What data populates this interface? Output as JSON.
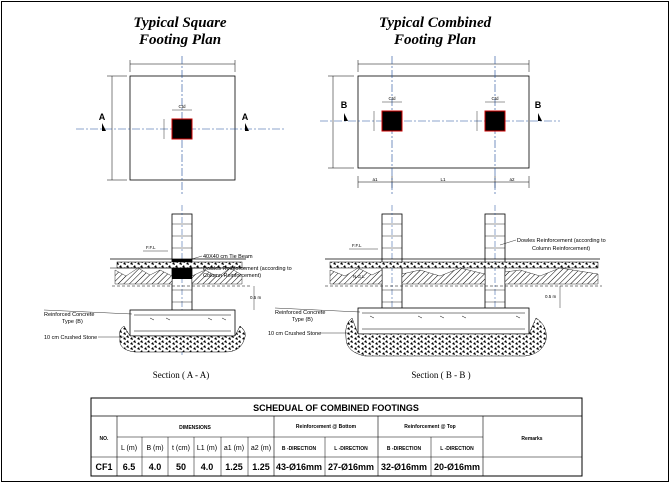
{
  "plans": {
    "square_title": [
      "Typical Square",
      "Footing Plan"
    ],
    "combined_title": [
      "Typical Combined",
      "Footing Plan"
    ],
    "section_marks": {
      "a": "A",
      "b": "B"
    },
    "dim_labels": {
      "column": "Ctd",
      "a1": "a1",
      "l1": "L1",
      "a2": "a2"
    }
  },
  "sections": {
    "ffl": "F.F.L",
    "ngl": "N.G.L",
    "tie_beam": "40X40 cm Tie Beam",
    "dowels_left": [
      "Dowles Reinforcement (according to",
      "Column Reinforcement)"
    ],
    "dowels_right": [
      "Dowles Reinforcement (according to",
      "Column Reinforcement)"
    ],
    "depth": "0.5 m",
    "rc_left": [
      "Reinforced Concrete",
      "Type (B)"
    ],
    "rc_right": [
      "Reinforced Concrete",
      "Type (B)"
    ],
    "stone_left": "10 cm Crushed Stone",
    "stone_right": "10 cm Crushed Stone",
    "caption_left": "Section ( A - A)",
    "caption_right": "Section ( B - B )"
  },
  "schedule": {
    "title": "SCHEDUAL OF COMBINED FOOTINGS",
    "no_header": "NO.",
    "dimensions_header": "DIMENSIONS",
    "bottom_header": "Reinforcement @ Bottom",
    "top_header": "Reinforcement @ Top",
    "remarks_header": "Remarks",
    "sub_headers": [
      "L (m)",
      "B (m)",
      "t (cm)",
      "L1 (m)",
      "a1 (m)",
      "a2 (m)",
      "B -DIRECTION",
      "L -DIRECTION",
      "B -DIRECTION",
      "L -DIRECTION"
    ],
    "rows": [
      {
        "no": "CF1",
        "cells": [
          "6.5",
          "4.0",
          "50",
          "4.0",
          "1.25",
          "1.25",
          "43-Ø16mm",
          "27-Ø16mm",
          "32-Ø16mm",
          "20-Ø16mm"
        ],
        "remarks": ""
      }
    ]
  }
}
